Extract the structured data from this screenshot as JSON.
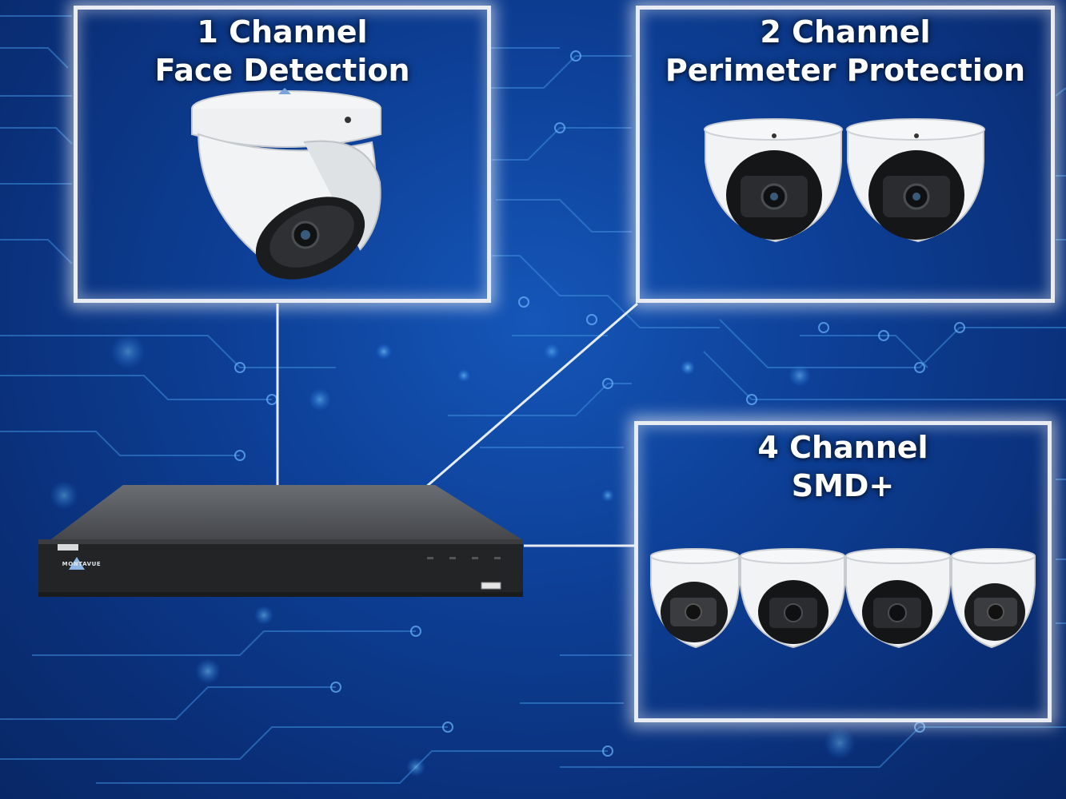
{
  "panels": {
    "face": {
      "line1": "1 Channel",
      "line2": "Face Detection"
    },
    "perimeter": {
      "line1": "2 Channel",
      "line2": "Perimeter Protection"
    },
    "smd": {
      "line1": "4 Channel",
      "line2": "SMD+"
    }
  },
  "nvr": {
    "brand": "MONTAVUE"
  },
  "colors": {
    "background": "#0d3f96",
    "panel_border": "#e9edf3",
    "camera_body": "#f2f3f4",
    "nvr_body": "#2a2b2d"
  }
}
